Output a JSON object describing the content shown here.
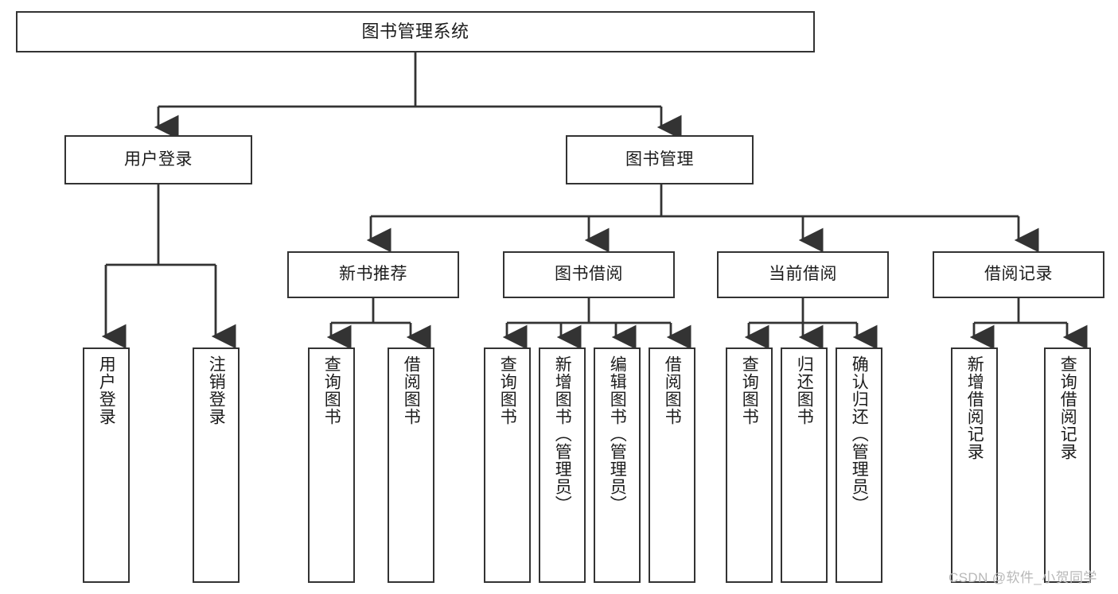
{
  "diagram": {
    "type": "tree-hierarchy",
    "title": "图书管理系统",
    "root": {
      "label": "图书管理系统"
    },
    "level2": [
      {
        "label": "用户登录"
      },
      {
        "label": "图书管理"
      }
    ],
    "level3": [
      {
        "label": "新书推荐"
      },
      {
        "label": "图书借阅"
      },
      {
        "label": "当前借阅"
      },
      {
        "label": "借阅记录"
      }
    ],
    "leaves": {
      "user_login": [
        {
          "label": "用户登录"
        },
        {
          "label": "注销登录"
        }
      ],
      "new_book_recommend": [
        {
          "label": "查询图书"
        },
        {
          "label": "借阅图书"
        }
      ],
      "book_borrow": [
        {
          "label": "查询图书"
        },
        {
          "label": "新增图书（管理员）"
        },
        {
          "label": "编辑图书（管理员）"
        },
        {
          "label": "借阅图书"
        }
      ],
      "current_borrow": [
        {
          "label": "查询图书"
        },
        {
          "label": "归还图书"
        },
        {
          "label": "确认归还（管理员）"
        }
      ],
      "borrow_record": [
        {
          "label": "新增借阅记录"
        },
        {
          "label": "查询借阅记录"
        }
      ]
    }
  },
  "watermark": {
    "text": "CSDN @软件_小贺同学"
  },
  "colors": {
    "border": "#333333",
    "background": "#ffffff",
    "text": "#1c1c1c",
    "watermark": "#b8b8b8"
  }
}
